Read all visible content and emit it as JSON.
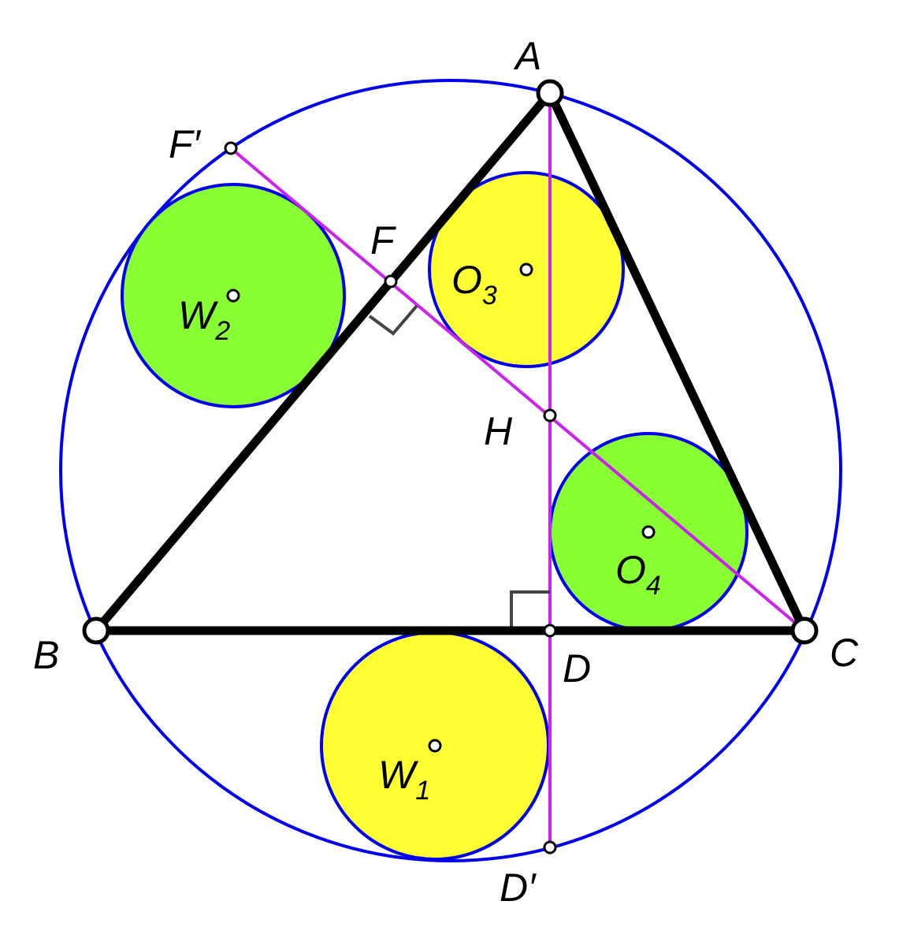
{
  "colors": {
    "circumcircle": "#0000ee",
    "triangle": "#000000",
    "altitude": "#cc22ee",
    "yellow_circle": "#ffff33",
    "green_circle": "#88ff33",
    "right_angle_mark": "#444444"
  },
  "labels": {
    "A": "A",
    "B": "B",
    "C": "C",
    "D": "D",
    "D_prime": "D′",
    "F": "F",
    "F_prime": "F′",
    "H": "H",
    "W1": {
      "base": "W",
      "sub": "1"
    },
    "W2": {
      "base": "W",
      "sub": "2"
    },
    "O3": {
      "base": "O",
      "sub": "3"
    },
    "O4": {
      "base": "O",
      "sub": "4"
    }
  }
}
